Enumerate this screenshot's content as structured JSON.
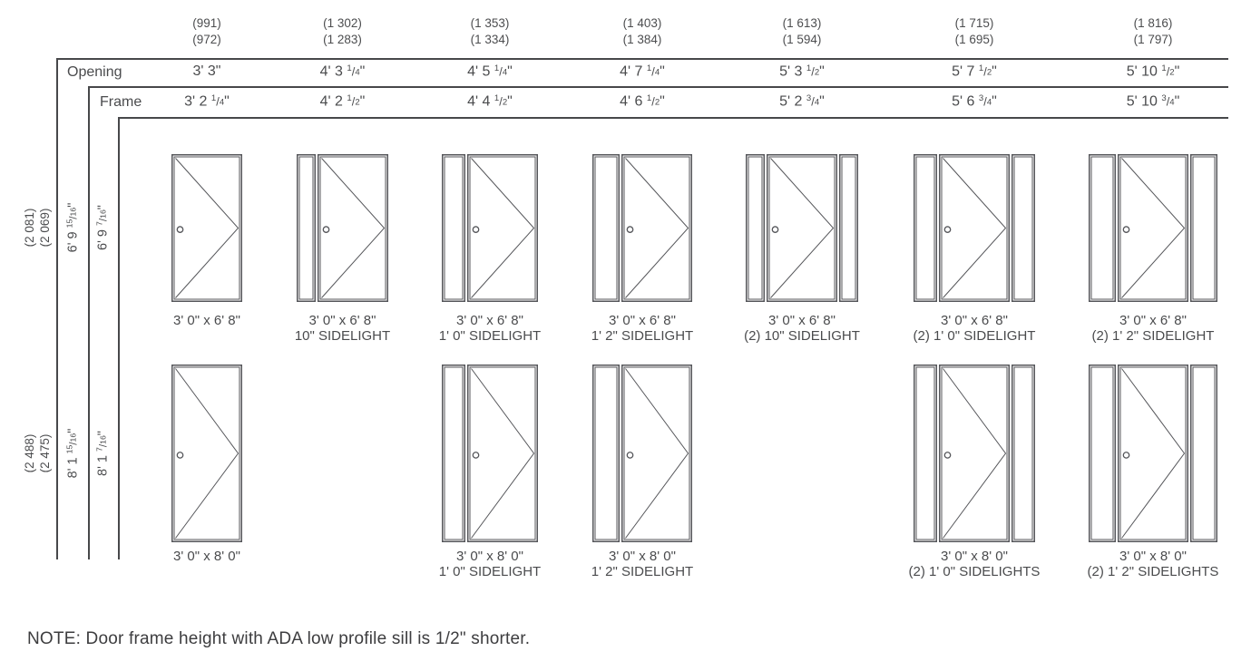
{
  "table": {
    "opening_label": "Opening",
    "frame_label": "Frame",
    "columns": [
      {
        "metric_opening": "(991)",
        "metric_frame": "(972)",
        "opening": "3' 3\"",
        "frame": "3' 2 1/4\""
      },
      {
        "metric_opening": "(1 302)",
        "metric_frame": "(1 283)",
        "opening": "4' 3 1/4\"",
        "frame": "4' 2 1/2\""
      },
      {
        "metric_opening": "(1 353)",
        "metric_frame": "(1 334)",
        "opening": "4' 5 1/4\"",
        "frame": "4' 4 1/2\""
      },
      {
        "metric_opening": "(1 403)",
        "metric_frame": "(1 384)",
        "opening": "4' 7 1/4\"",
        "frame": "4' 6 1/2\""
      },
      {
        "metric_opening": "(1 613)",
        "metric_frame": "(1 594)",
        "opening": "5' 3 1/2\"",
        "frame": "5' 2 3/4\""
      },
      {
        "metric_opening": "(1 715)",
        "metric_frame": "(1 695)",
        "opening": "5' 7 1/2\"",
        "frame": "5' 6 3/4\""
      },
      {
        "metric_opening": "(1 816)",
        "metric_frame": "(1 797)",
        "opening": "5' 10 1/2\"",
        "frame": "5' 10 3/4\""
      }
    ],
    "rows": [
      {
        "metric_opening": "(2 081)",
        "metric_frame": "(2 069)",
        "opening": "6' 9 15/16\"",
        "frame": "6' 9 7/16\""
      },
      {
        "metric_opening": "(2 488)",
        "metric_frame": "(2 475)",
        "opening": "8' 1 15/16\"",
        "frame": "8' 1 7/16\""
      }
    ],
    "cells": [
      {
        "row": 0,
        "col": 0,
        "size": "3' 0\" x 6' 8\"",
        "sidelight_label": "",
        "left_in": 0,
        "right_in": 0
      },
      {
        "row": 0,
        "col": 1,
        "size": "3' 0\" x 6' 8\"",
        "sidelight_label": "10\" SIDELIGHT",
        "left_in": 10,
        "right_in": 0
      },
      {
        "row": 0,
        "col": 2,
        "size": "3' 0\" x 6' 8\"",
        "sidelight_label": "1' 0\" SIDELIGHT",
        "left_in": 12,
        "right_in": 0
      },
      {
        "row": 0,
        "col": 3,
        "size": "3' 0\" x 6' 8\"",
        "sidelight_label": "1' 2\" SIDELIGHT",
        "left_in": 14,
        "right_in": 0
      },
      {
        "row": 0,
        "col": 4,
        "size": "3' 0\" x 6' 8\"",
        "sidelight_label": "(2) 10\" SIDELIGHT",
        "left_in": 10,
        "right_in": 10
      },
      {
        "row": 0,
        "col": 5,
        "size": "3' 0\" x 6' 8\"",
        "sidelight_label": "(2) 1' 0\" SIDELIGHT",
        "left_in": 12,
        "right_in": 12
      },
      {
        "row": 0,
        "col": 6,
        "size": "3' 0\" x 6' 8\"",
        "sidelight_label": "(2) 1' 2\" SIDELIGHT",
        "left_in": 14,
        "right_in": 14
      },
      {
        "row": 1,
        "col": 0,
        "size": "3' 0\" x 8' 0\"",
        "sidelight_label": "",
        "left_in": 0,
        "right_in": 0
      },
      {
        "row": 1,
        "col": 2,
        "size": "3' 0\" x 8' 0\"",
        "sidelight_label": "1' 0\" SIDELIGHT",
        "left_in": 12,
        "right_in": 0
      },
      {
        "row": 1,
        "col": 3,
        "size": "3' 0\" x 8' 0\"",
        "sidelight_label": "1' 2\" SIDELIGHT",
        "left_in": 14,
        "right_in": 0
      },
      {
        "row": 1,
        "col": 5,
        "size": "3' 0\" x 8' 0\"",
        "sidelight_label": "(2) 1' 0\" SIDELIGHTS",
        "left_in": 12,
        "right_in": 12
      },
      {
        "row": 1,
        "col": 6,
        "size": "3' 0\" x 8' 0\"",
        "sidelight_label": "(2) 1' 2\" SIDELIGHTS",
        "left_in": 14,
        "right_in": 14
      }
    ]
  },
  "note": "NOTE: Door frame height with ADA low profile sill is 1/2\" shorter.",
  "colors": {
    "line": "#47484a",
    "door_stroke": "#55565a",
    "text": "#4a4b4d",
    "note_text": "#3d3d3f"
  }
}
